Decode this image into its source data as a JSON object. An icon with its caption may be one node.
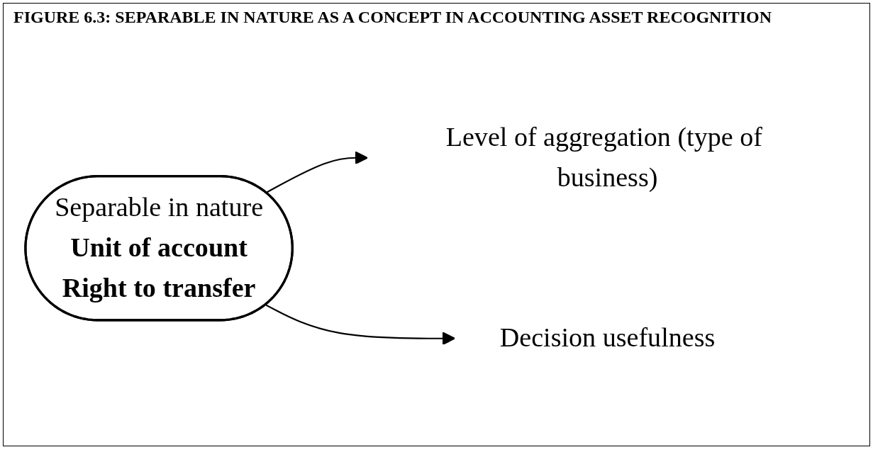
{
  "diagram": {
    "title": "FIGURE 6.3: SEPARABLE IN NATURE AS A CONCEPT IN ACCOUNTING ASSET RECOGNITION",
    "nodes": [
      {
        "text": [
          "Separable in nature",
          "Unit of account",
          "Right to transfer"
        ]
      },
      {
        "text": [
          "Level of aggregation (type of business)"
        ]
      },
      {
        "text": [
          "Decision usefulness"
        ]
      }
    ],
    "edges": [
      {
        "from": 0,
        "to": 1,
        "arrow": "to"
      },
      {
        "from": 0,
        "to": 2,
        "arrow": "to"
      }
    ]
  }
}
